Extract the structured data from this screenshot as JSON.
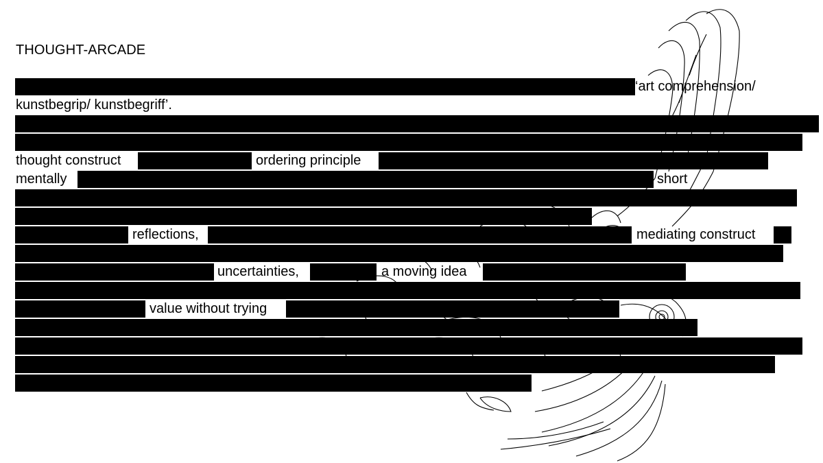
{
  "document": {
    "title": "THOUGHT-ARCADE",
    "fragments": {
      "art_comprehension": "‘art comprehension/",
      "kunstbegrip": "kunstbegrip/ kunstbegriff’.",
      "thought_construct": "thought construct",
      "ordering_principle": "ordering principle",
      "mentally": "mentally",
      "short": "short",
      "reflections": "reflections,",
      "mediating_construct": "mediating construct",
      "uncertainties": "uncertainties,",
      "a_moving_idea": "a moving idea",
      "value_without_trying": "value without trying"
    }
  },
  "colors": {
    "redaction": "#000000",
    "background": "#ffffff",
    "line_art": "#000000"
  },
  "icons": {
    "background_illustration": "bird-line-drawing-icon"
  }
}
